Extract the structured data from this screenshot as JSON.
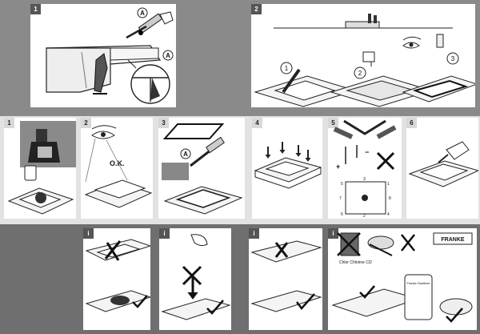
{
  "panels": {
    "top_1": {
      "step": "1",
      "callouts": [
        "A",
        "A"
      ]
    },
    "top_2": {
      "step": "2",
      "callouts": [
        "1",
        "2",
        "3"
      ]
    },
    "mid_1": {
      "step": "1"
    },
    "mid_2": {
      "step": "2",
      "ok_text": "O.K."
    },
    "mid_3": {
      "step": "3",
      "callout": "A"
    },
    "mid_4": {
      "step": "4"
    },
    "mid_5": {
      "step": "5",
      "plus": "+",
      "minus": "−",
      "diagram_numbers": [
        "5",
        "3",
        "1",
        "7",
        "8",
        "6",
        "2",
        "4"
      ]
    },
    "mid_6": {
      "step": "6"
    },
    "bot_1": {
      "step": "i"
    },
    "bot_2": {
      "step": "i"
    },
    "bot_3": {
      "step": "i"
    },
    "bot_4": {
      "step": "i",
      "brand": "FRANKE",
      "chlorine_label": "Chlor Chlorine Cl2",
      "bottle_label": "Franke Sanitizer"
    }
  },
  "colors": {
    "background": "#8a8a8a",
    "band": "#e2e2e2",
    "dark_band": "#6f6f6f",
    "panel": "#ffffff",
    "ink": "#1a1a1a",
    "tab": "#555555"
  }
}
